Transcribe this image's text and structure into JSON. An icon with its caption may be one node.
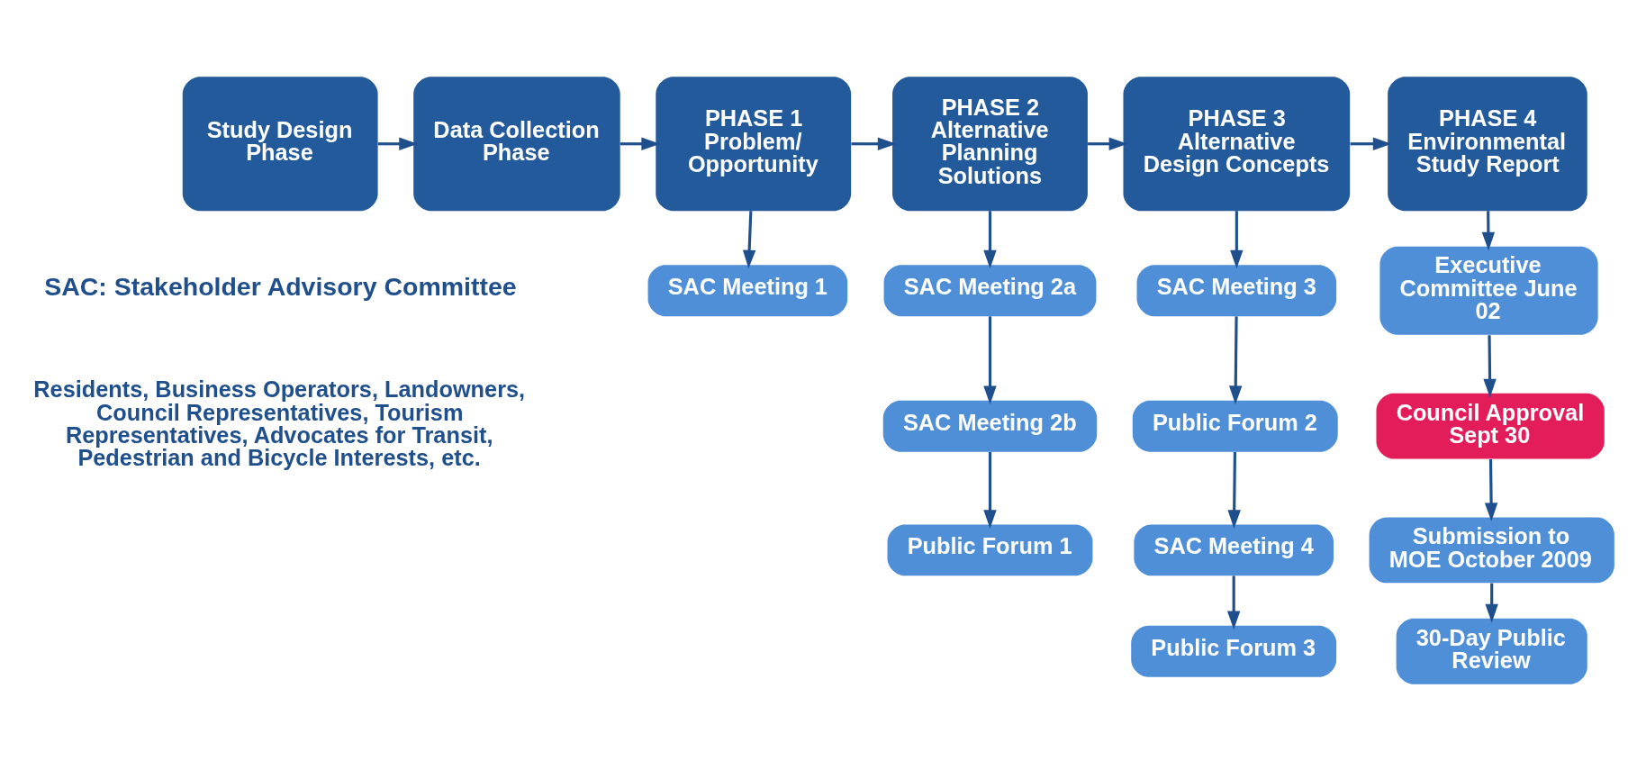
{
  "diagram": {
    "nodes": [
      {
        "text": [
          "Study Design Phase"
        ]
      },
      {
        "text": [
          "Data Collection Phase"
        ]
      },
      {
        "text": [
          "PHASE 1",
          "Problem/ Opportunity"
        ]
      },
      {
        "text": [
          "PHASE 2",
          "Alternative Planning Solutions"
        ]
      },
      {
        "text": [
          "PHASE 3",
          "Alternative Design Concepts"
        ]
      },
      {
        "text": [
          "PHASE 4",
          "Environmental Study Report"
        ]
      },
      {
        "text": [
          "SAC Meeting 1"
        ]
      },
      {
        "text": [
          "SAC Meeting 2a"
        ]
      },
      {
        "text": [
          "SAC Meeting 2b"
        ]
      },
      {
        "text": [
          "Public Forum 1"
        ]
      },
      {
        "text": [
          "SAC Meeting 3"
        ]
      },
      {
        "text": [
          "Public Forum 2"
        ]
      },
      {
        "text": [
          "SAC Meeting 4"
        ]
      },
      {
        "text": [
          "Public Forum 3"
        ]
      },
      {
        "text": [
          "Executive Committee June 02"
        ]
      },
      {
        "text": [
          "Council Approval Sept 30"
        ]
      },
      {
        "text": [
          "Submission to MOE October 2009"
        ]
      },
      {
        "text": [
          "30-Day Public Review"
        ]
      }
    ],
    "edges": [
      {
        "from": 0,
        "to": 1,
        "arrow": "to"
      },
      {
        "from": 1,
        "to": 2,
        "arrow": "to"
      },
      {
        "from": 2,
        "to": 3,
        "arrow": "to"
      },
      {
        "from": 3,
        "to": 4,
        "arrow": "to"
      },
      {
        "from": 4,
        "to": 5,
        "arrow": "to"
      },
      {
        "from": 2,
        "to": 6,
        "arrow": "to"
      },
      {
        "from": 3,
        "to": 7,
        "arrow": "to"
      },
      {
        "from": 7,
        "to": 8,
        "arrow": "to"
      },
      {
        "from": 8,
        "to": 9,
        "arrow": "to"
      },
      {
        "from": 4,
        "to": 10,
        "arrow": "to"
      },
      {
        "from": 10,
        "to": 11,
        "arrow": "to"
      },
      {
        "from": 11,
        "to": 12,
        "arrow": "to"
      },
      {
        "from": 12,
        "to": 13,
        "arrow": "to"
      },
      {
        "from": 5,
        "to": 14,
        "arrow": "to"
      },
      {
        "from": 14,
        "to": 15,
        "arrow": "to"
      },
      {
        "from": 15,
        "to": 16,
        "arrow": "to"
      },
      {
        "from": 16,
        "to": 17,
        "arrow": "to"
      }
    ],
    "labels": [
      "SAC: Stakeholder Advisory Committee",
      "Residents, Business Operators, Landowners, Council Representatives, Tourism Representatives, Advocates for Transit, Pedestrian and Bicycle Interests, etc."
    ]
  }
}
